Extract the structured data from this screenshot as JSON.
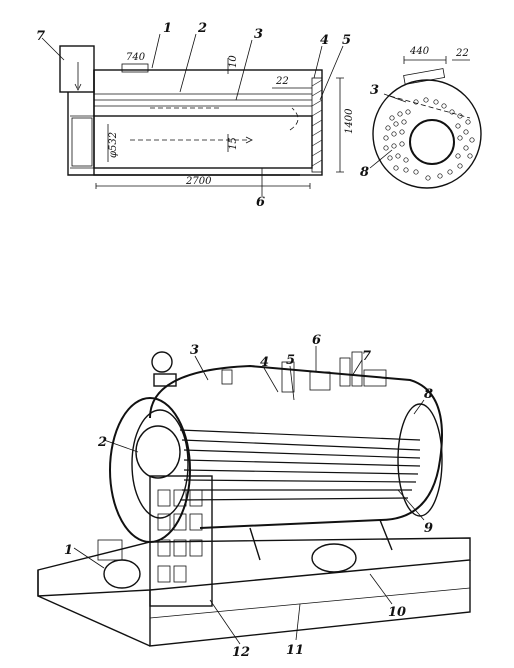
{
  "top_view": {
    "callouts": [
      "1",
      "2",
      "3",
      "4",
      "5",
      "6",
      "7"
    ],
    "dimensions": {
      "d740": "740",
      "d10": "10",
      "d22": "22",
      "d1400": "1400",
      "d532": "φ532",
      "d15": "15",
      "d2700": "2700"
    }
  },
  "end_view": {
    "callouts": [
      "3",
      "8"
    ],
    "dimensions": {
      "d440": "440",
      "d22": "22"
    }
  },
  "bottom_view": {
    "callouts": [
      "1",
      "2",
      "3",
      "4",
      "5",
      "6",
      "7",
      "8",
      "9",
      "10",
      "11",
      "12"
    ]
  }
}
